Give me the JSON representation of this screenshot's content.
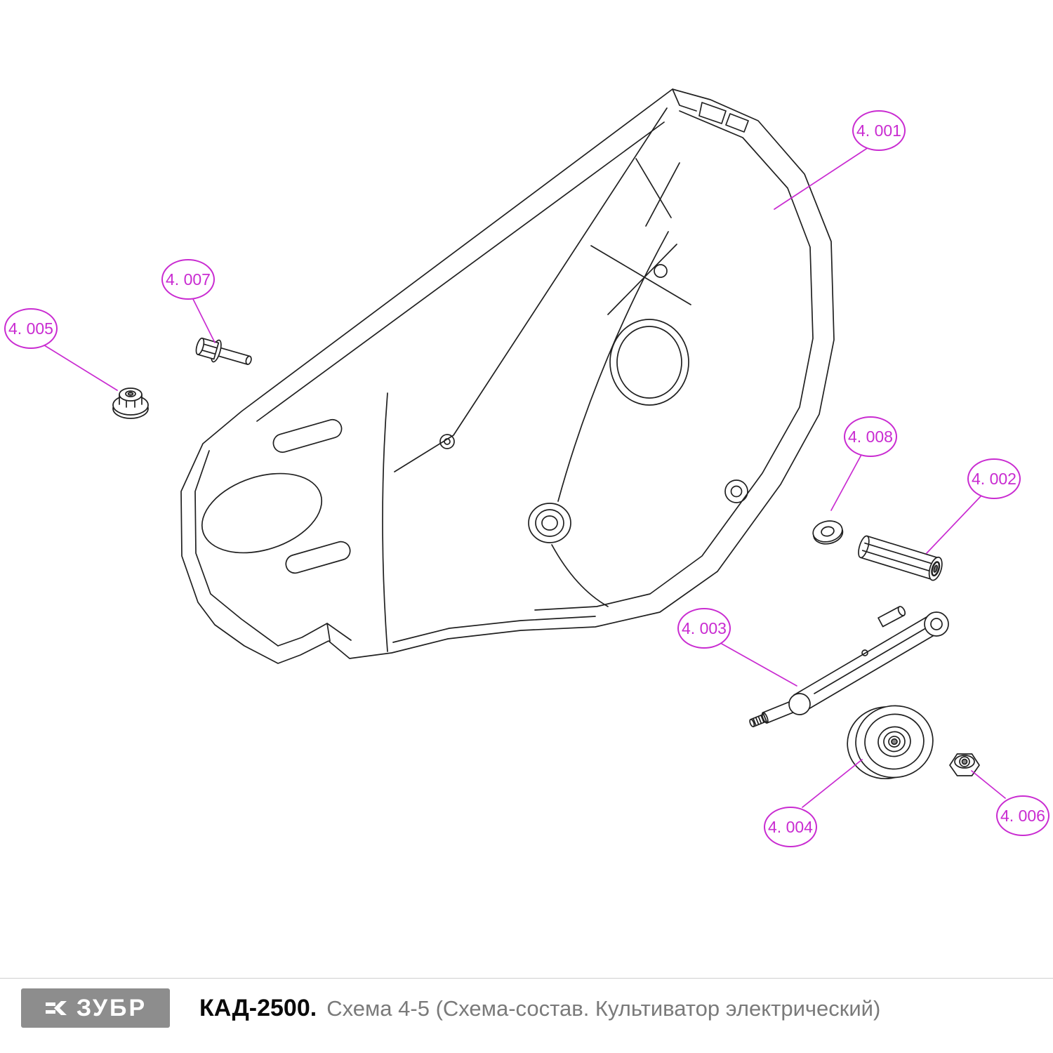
{
  "diagram": {
    "callouts": [
      {
        "label": "4. 001"
      },
      {
        "label": "4. 002"
      },
      {
        "label": "4. 003"
      },
      {
        "label": "4. 004"
      },
      {
        "label": "4. 005"
      },
      {
        "label": "4. 006"
      },
      {
        "label": "4. 007"
      },
      {
        "label": "4. 008"
      }
    ],
    "parts_icons": [
      "belt-cover-part",
      "hex-standoff-part",
      "tension-arm-part",
      "pulley-part",
      "flange-nut-part",
      "lock-nut-part",
      "bolt-part",
      "washer-part"
    ]
  },
  "footer": {
    "logo_text": "ЗУБР",
    "logo_icon": "zubr-brand-icon",
    "model": "КАД-2500.",
    "description": "Схема 4-5 (Схема-состав. Культиватор электрический)"
  },
  "colors": {
    "callout_magenta": "#c92bd1",
    "line_dark": "#202020",
    "logo_gray": "#8d8d8d",
    "caption_gray": "#7a7a7a"
  }
}
